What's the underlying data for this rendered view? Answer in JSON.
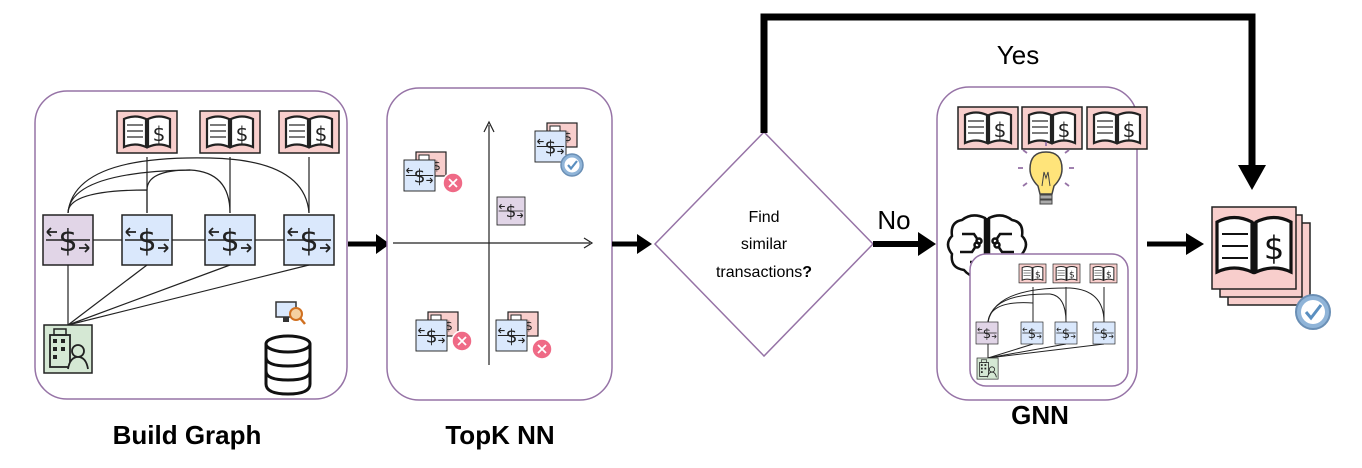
{
  "stages": {
    "build_graph": "Build Graph",
    "topk_nn": "TopK NN",
    "gnn": "GNN"
  },
  "decision": {
    "line1": "Find",
    "line2": "similar",
    "line3_text": "transactions",
    "line3_mark": "?"
  },
  "branches": {
    "yes": "Yes",
    "no": "No"
  },
  "colors": {
    "panel_border": "#9673a6",
    "book_fill": "#f8cecc",
    "transaction_fill": "#dae8fc",
    "query_transaction_fill": "#e1d5e7",
    "entity_fill": "#d5e8d4",
    "reject_badge": "#ef6a86",
    "check_badge": "#8fb4d8",
    "bulb": "#ffe47a"
  },
  "icons": [
    "book-dollar-icon",
    "transaction-icon",
    "company-entity-icon",
    "database-icon",
    "search-monitor-icon",
    "reject-icon",
    "check-icon",
    "lightbulb-icon",
    "brain-circuit-icon"
  ]
}
